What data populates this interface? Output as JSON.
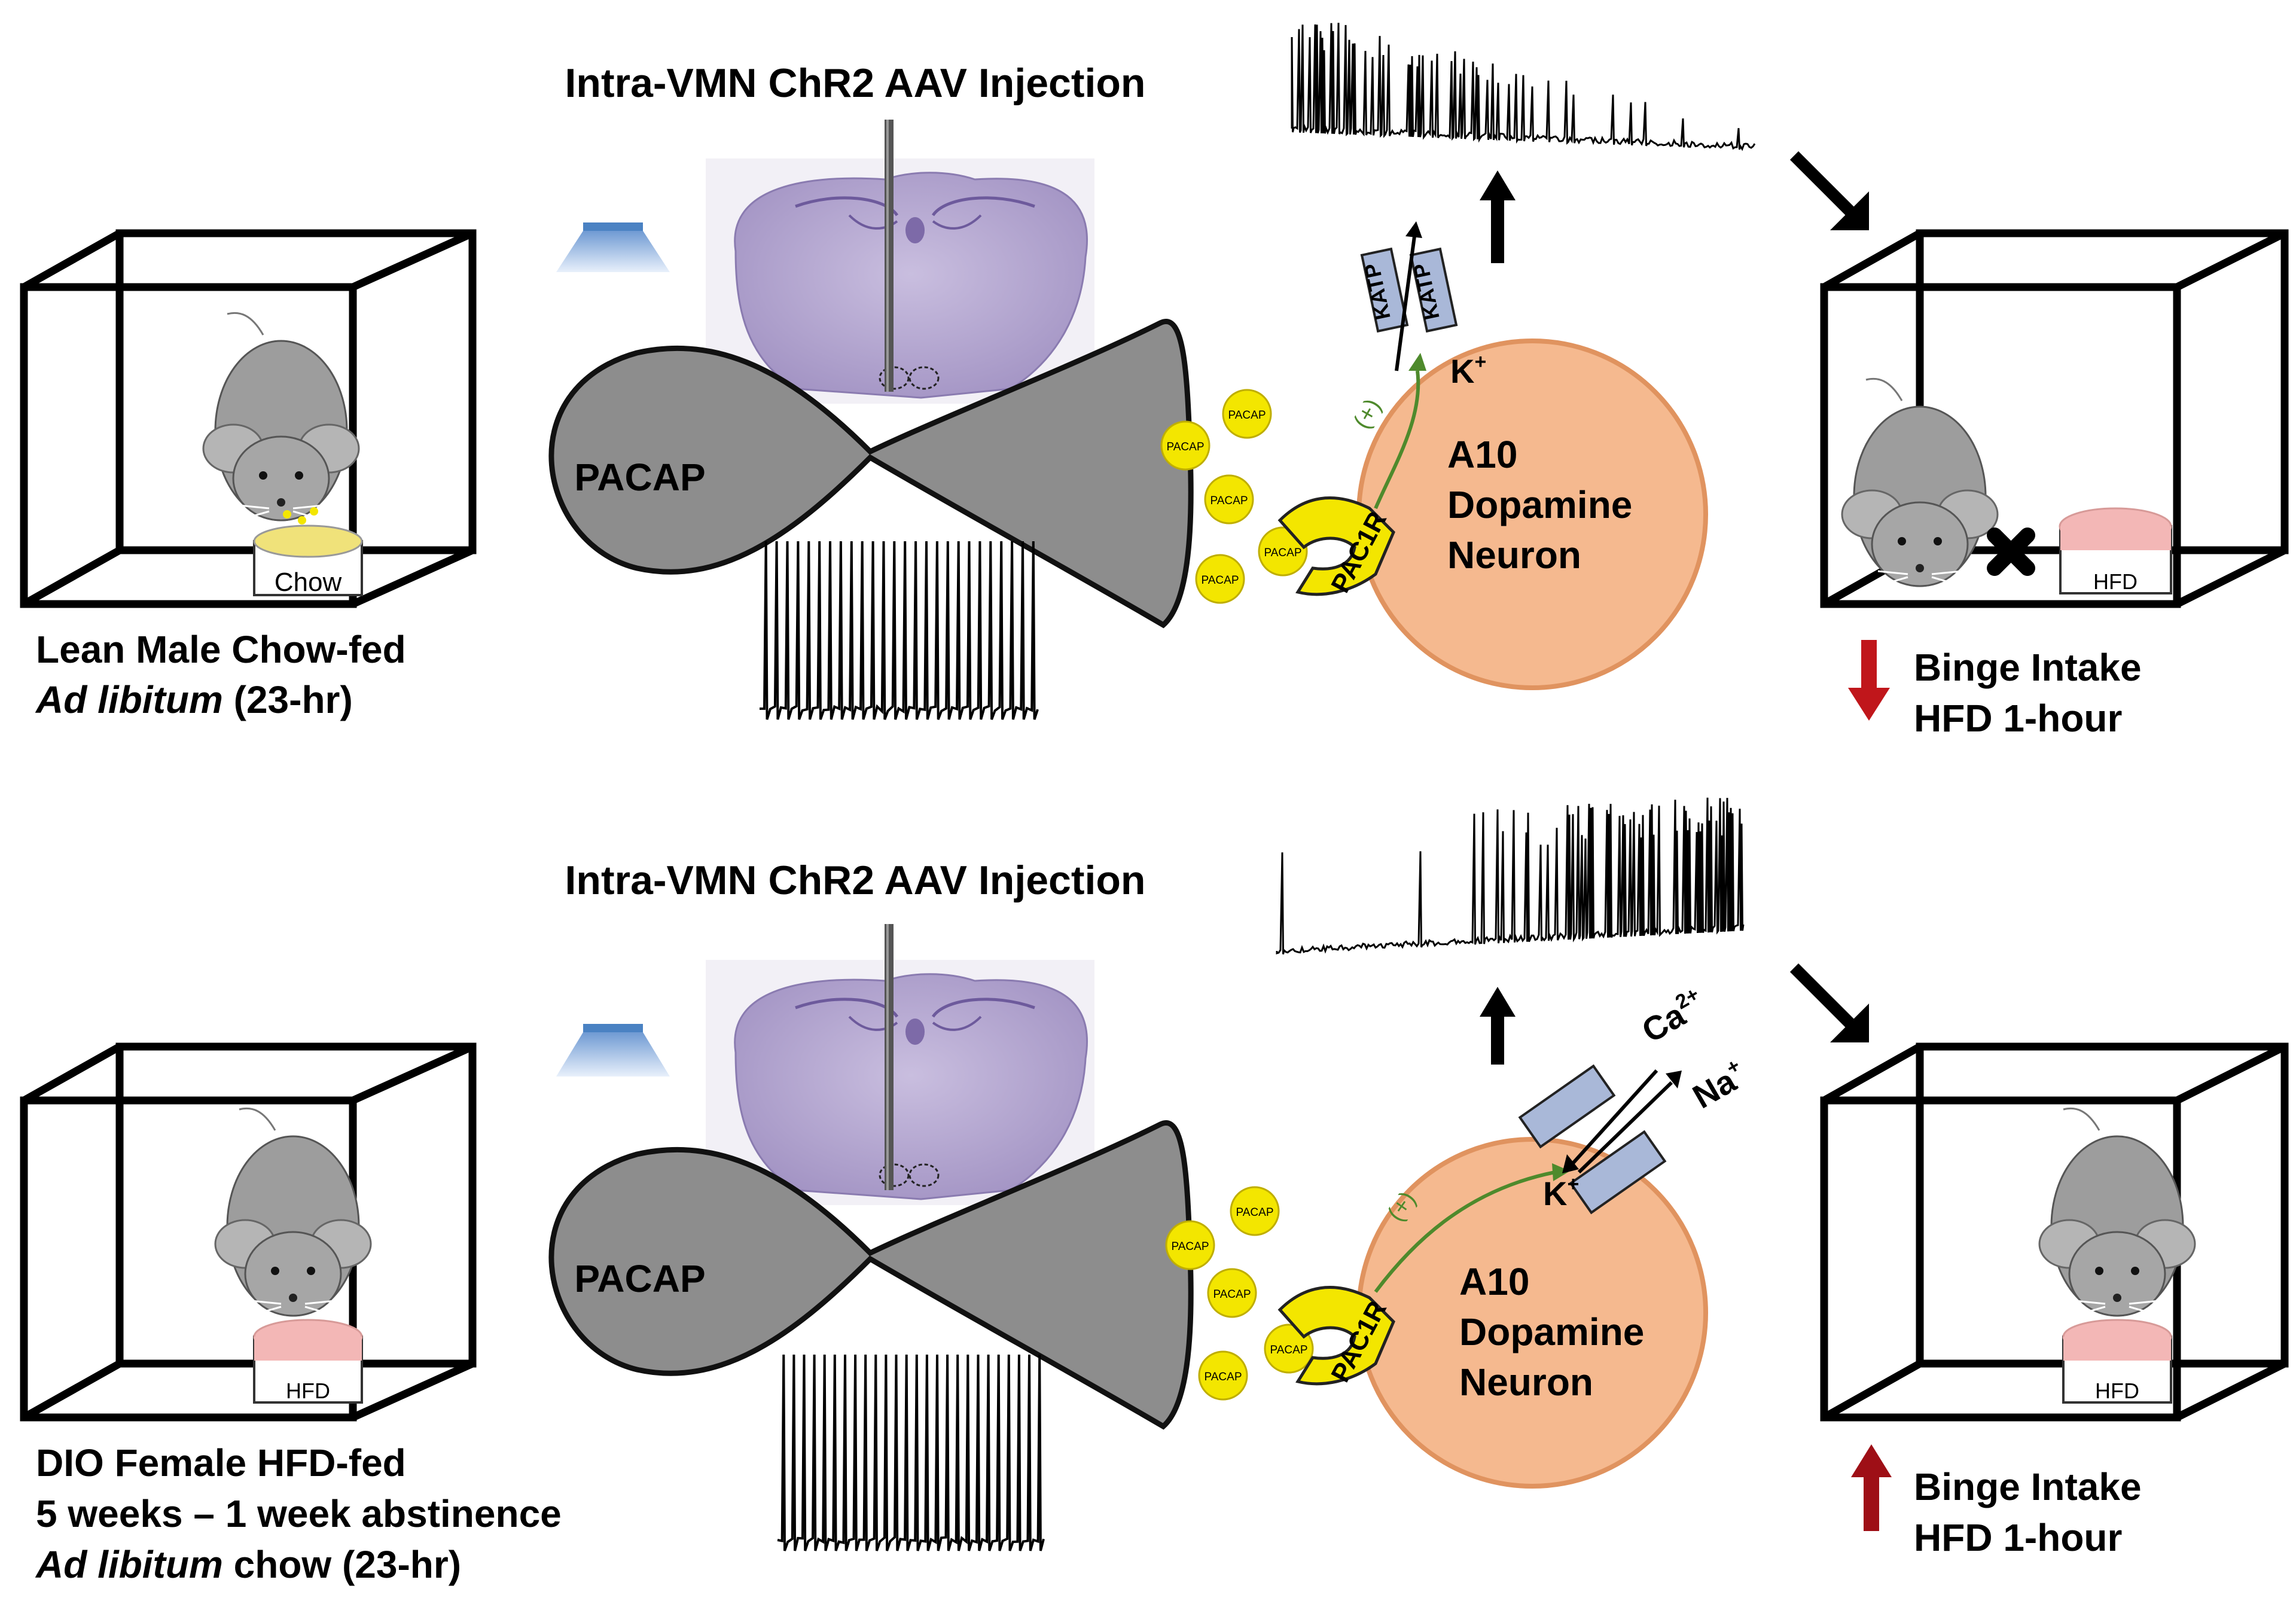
{
  "colors": {
    "neuron_fill": "#f5b98f",
    "axon_fill": "#8d8d8d",
    "pacap_yellow": "#f3e600",
    "channel_blue": "#a9b8d8",
    "down_arrow": "#c0161b",
    "up_arrow": "#9e0f16",
    "light_beam": "#7ea7d8",
    "brain_stain": "#b7a9cf",
    "chow_bowl": "#f0e27a",
    "hfd_bowl": "#f3b7b6"
  },
  "icons": [
    "mouse-icon",
    "cage-icon",
    "food-bowl-icon",
    "light-source-icon",
    "brain-section-icon",
    "injection-needle-icon",
    "arrow-icon",
    "cross-icon",
    "ion-channel-icon",
    "receptor-icon"
  ],
  "top_panel": {
    "injection_title": "Intra-VMN ChR2 AAV Injection",
    "soma_label": "PACAP",
    "pacap_dot_label": "PACAP",
    "receptor_label": "PAC1R",
    "plus_label": "(+)",
    "channel_label": "KATP",
    "ion_label": "K",
    "ion_charge": "+",
    "neuron_label": [
      "A10",
      "Dopamine",
      "Neuron"
    ],
    "left_bowl_label": "Chow",
    "right_bowl_label": "HFD",
    "condition_line1": "Lean Male Chow-fed",
    "condition_line2_italic": "Ad libitum",
    "condition_line2_rest": " (23-hr)",
    "outcome_line1": "Binge Intake",
    "outcome_line2": "HFD 1-hour"
  },
  "bottom_panel": {
    "injection_title": "Intra-VMN ChR2 AAV Injection",
    "soma_label": "PACAP",
    "pacap_dot_label": "PACAP",
    "receptor_label": "PAC1R",
    "plus_label": "(+)",
    "ion_ca": "Ca",
    "ion_ca_charge": "2+",
    "ion_na": "Na",
    "ion_na_charge": "+",
    "ion_k": "K",
    "ion_k_charge": "+",
    "neuron_label": [
      "A10",
      "Dopamine",
      "Neuron"
    ],
    "left_bowl_label": "HFD",
    "right_bowl_label": "HFD",
    "condition_line1": "DIO Female HFD-fed",
    "condition_line2": "5 weeks – 1 week abstinence",
    "condition_line3_italic": "Ad libitum",
    "condition_line3_rest": " chow (23-hr)",
    "outcome_line1": "Binge Intake",
    "outcome_line2": "HFD 1-hour"
  }
}
